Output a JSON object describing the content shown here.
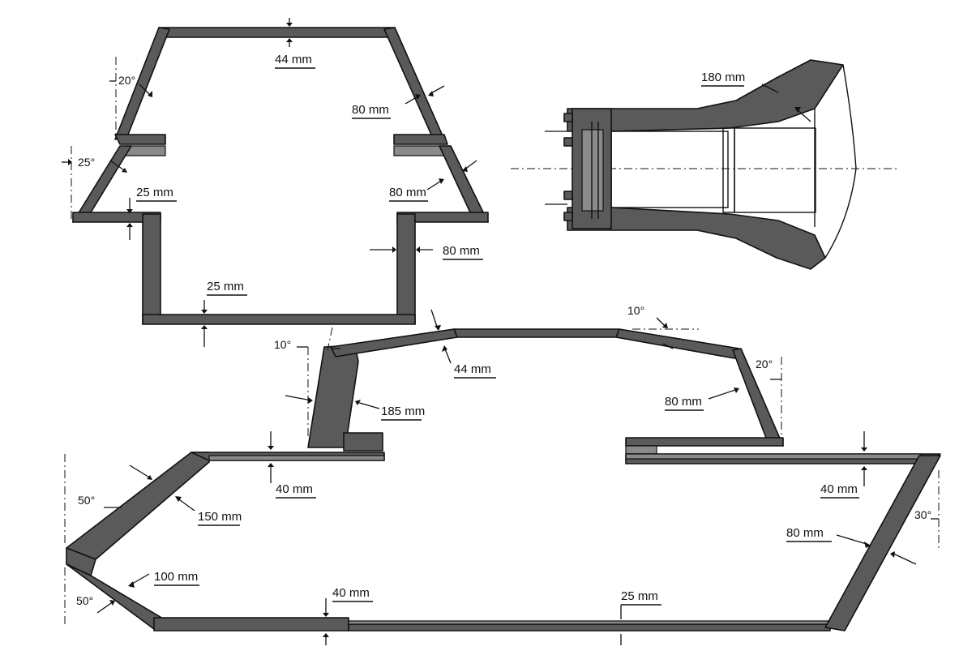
{
  "turret_front": {
    "roof": "44 mm",
    "upper_cheek_angle": "20°",
    "upper_cheek": "80 mm",
    "lower_cheek_angle": "25°",
    "lower_cheek": "80 mm",
    "ledge": "25 mm",
    "side_wall": "80 mm",
    "floor": "25 mm"
  },
  "mantlet_side": {
    "mantlet": "180 mm"
  },
  "turret_side": {
    "front_angle": "10°",
    "front": "185 mm",
    "roof": "44 mm",
    "rear_top_angle": "10°",
    "rear_angle": "20°",
    "rear": "80 mm"
  },
  "hull_side": {
    "upper_glacis_angle": "50°",
    "upper_glacis": "150 mm",
    "lower_glacis_angle": "50°",
    "lower_glacis": "100 mm",
    "deck_front": "40 mm",
    "deck_rear": "40 mm",
    "belly_front": "40 mm",
    "belly_rear": "25 mm",
    "rear_plate_angle": "30°",
    "rear_plate": "80 mm"
  }
}
